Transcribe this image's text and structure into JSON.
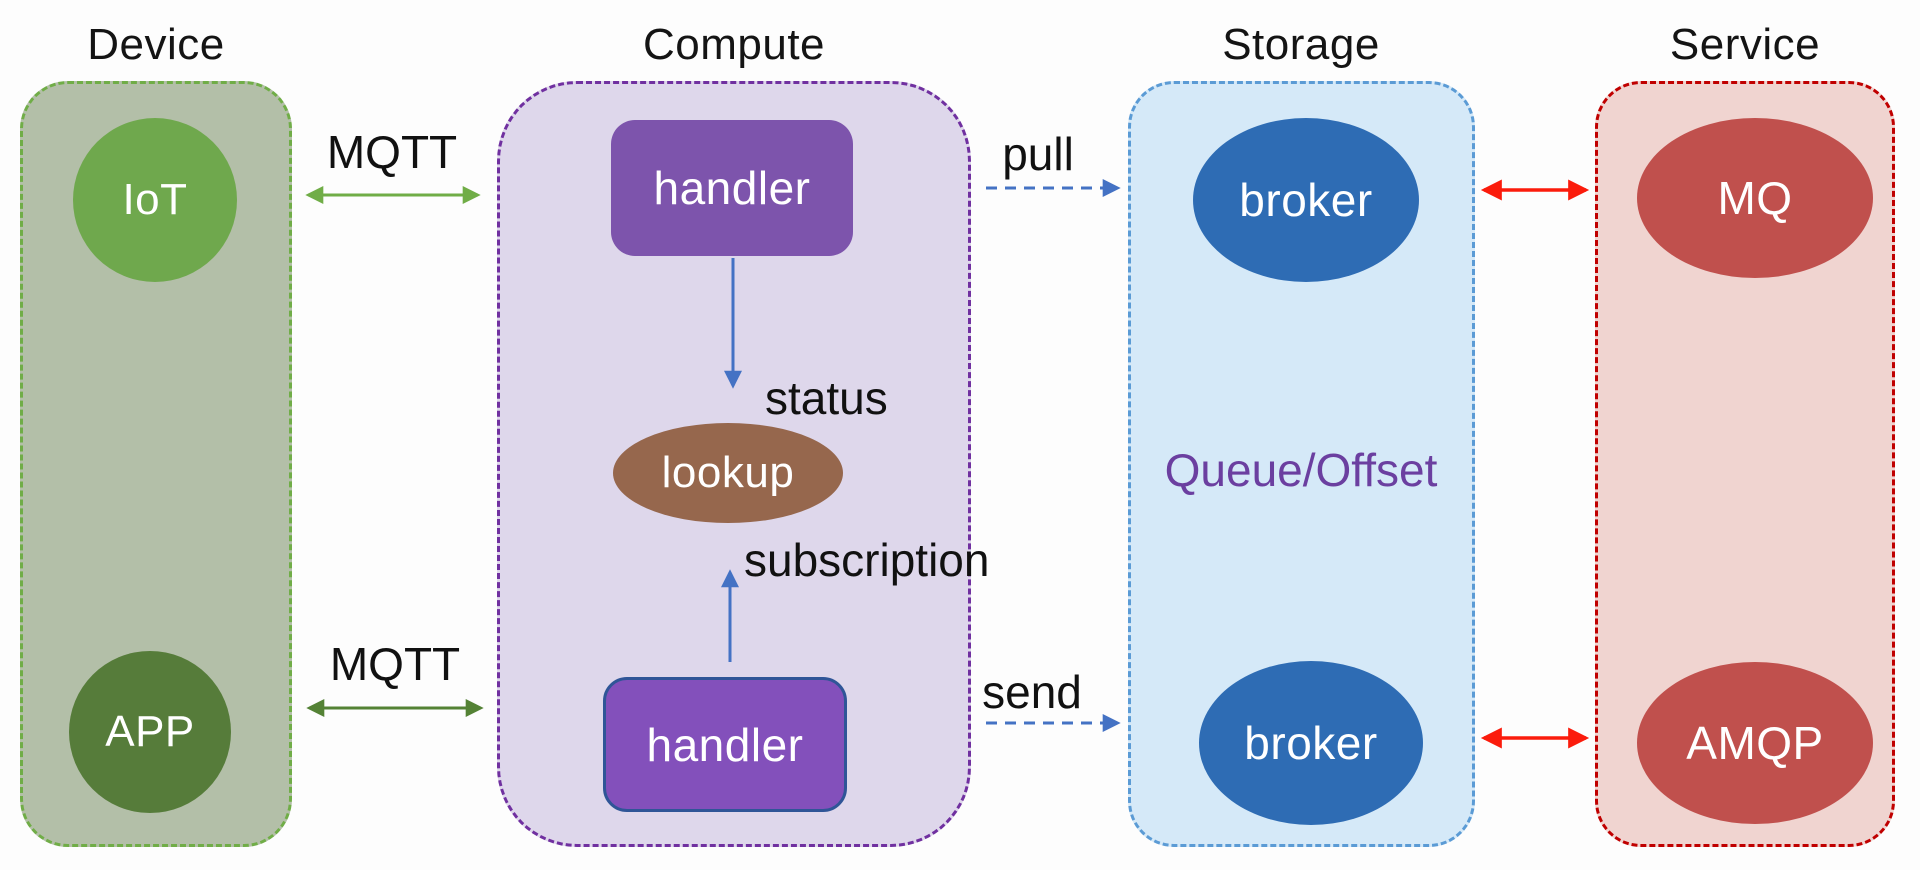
{
  "columns": {
    "device": {
      "title": "Device",
      "nodes": {
        "iot": "IoT",
        "app": "APP"
      }
    },
    "compute": {
      "title": "Compute",
      "nodes": {
        "handler_top": "handler",
        "lookup": "lookup",
        "handler_bottom": "handler"
      }
    },
    "storage": {
      "title": "Storage",
      "nodes": {
        "broker_top": "broker",
        "broker_bottom": "broker"
      },
      "center_label": "Queue/Offset"
    },
    "service": {
      "title": "Service",
      "nodes": {
        "mq": "MQ",
        "amqp": "AMQP"
      }
    }
  },
  "edges": {
    "mqtt_top": {
      "label": "MQTT",
      "from": "device.iot",
      "to": "compute",
      "style": "double-arrow-solid-green"
    },
    "mqtt_bottom": {
      "label": "MQTT",
      "from": "device.app",
      "to": "compute",
      "style": "double-arrow-solid-dark-green"
    },
    "status": {
      "label": "status",
      "from": "compute.handler_top",
      "to": "compute.lookup",
      "style": "arrow-solid-blue"
    },
    "subscription": {
      "label": "subscription",
      "from": "compute.handler_bottom",
      "to": "compute.lookup",
      "style": "arrow-solid-blue"
    },
    "pull": {
      "label": "pull",
      "from": "compute",
      "to": "storage.broker_top",
      "style": "arrow-dashed-blue"
    },
    "send": {
      "label": "send",
      "from": "compute",
      "to": "storage.broker_bottom",
      "style": "arrow-dashed-blue"
    },
    "mq_link": {
      "label": "",
      "from": "storage.broker_top",
      "to": "service.mq",
      "style": "double-arrow-solid-red"
    },
    "amqp_link": {
      "label": "",
      "from": "storage.broker_bottom",
      "to": "service.amqp",
      "style": "double-arrow-solid-red"
    }
  },
  "colors": {
    "device_border": "#70ad47",
    "device_fill": "#b3bfa8",
    "compute_border": "#7030a0",
    "compute_fill": "#ded7eb",
    "storage_border": "#5b9bd5",
    "storage_fill": "#d5e9f8",
    "service_border": "#c00000",
    "service_fill": "#f0d4d0",
    "iot_fill": "#6fa84d",
    "app_fill": "#567c3a",
    "handler_top_fill": "#7d54ac",
    "handler_bottom_fill": "#8350bb",
    "handler_bottom_border": "#2f5597",
    "lookup_fill": "#96674d",
    "broker_fill": "#2e6cb4",
    "service_node_fill": "#c0504d",
    "arrow_green": "#70ad47",
    "arrow_dark_green": "#548235",
    "arrow_blue": "#4472c4",
    "arrow_red": "#fb1c0c",
    "queue_label_text": "#6b3fa0",
    "node_text": "#ffffff",
    "label_text": "#111111"
  }
}
